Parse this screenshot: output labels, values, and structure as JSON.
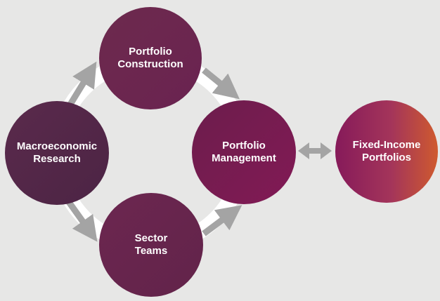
{
  "nodes": {
    "portfolio_construction": {
      "line1": "Portfolio",
      "line2": "Construction"
    },
    "macroeconomic_research": {
      "line1": "Macroeconomic",
      "line2": "Research"
    },
    "portfolio_management": {
      "line1": "Portfolio",
      "line2": "Management"
    },
    "sector_teams": {
      "line1": "Sector",
      "line2": "Teams"
    },
    "fixed_income_portfolios": {
      "line1": "Fixed-Income",
      "line2": "Portfolios"
    }
  },
  "colors": {
    "background": "#e7e7e6",
    "ring": "#ffffff",
    "arrow": "#a4a4a4",
    "fixed_income_gradient": [
      "#861a5a",
      "#cf5a2e"
    ]
  }
}
